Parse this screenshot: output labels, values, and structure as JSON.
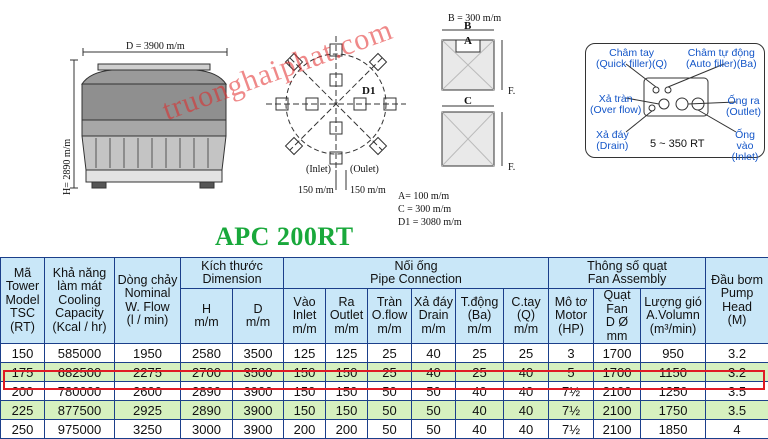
{
  "drawing": {
    "dim_d": "D = 3900 m/m",
    "dim_h": "H= 2890 m/m",
    "dim_b": "B = 300 m/m",
    "label_b": "B",
    "label_a": "A",
    "label_c": "C",
    "label_f1": "F.",
    "label_f2": "F.",
    "label_d1": "D1",
    "inlet": "(Inlet)",
    "inlet_size": "150 m/m",
    "outlet": "(Oulet)",
    "outlet_size": "150 m/m",
    "spec_a": "A= 100 m/m",
    "spec_c": "C = 300 m/m",
    "spec_d1": "D1 = 3080 m/m",
    "watermark": "truonghaiphat.com"
  },
  "legend": {
    "quick_filler": "Châm tay\n(Quick filler)(Q)",
    "auto_filler": "Châm tự động\n(Auto filler)(Ba)",
    "overflow": "Xả tràn\n(Over flow)",
    "outlet": "Ống ra\n(Outlet)",
    "drain": "Xả đáy\n(Drain)",
    "inlet": "Ống vào\n(Inlet)",
    "range": "5 ~ 350 RT"
  },
  "model_title": "APC 200RT",
  "table": {
    "headers": {
      "model": "Mã\nTower\nModel\nTSC\n(RT)",
      "capacity": "Khả năng\nlàm mát\nCooling\nCapacity\n(Kcal / hr)",
      "flow": "Dòng chảy\nNominal\nW. Flow\n(l / min)",
      "dimension": "Kích thước\nDimension",
      "pipe": "Nối ống\nPipe Connection",
      "fan": "Thông số quạt\nFan Assembly",
      "pump": "Đầu bơm\nPump\nHead\n(M)",
      "h": "H\nm/m",
      "d": "D\nm/m",
      "inlet": "Vào\nInlet\nm/m",
      "outlet": "Ra\nOutlet\nm/m",
      "oflow": "Tràn\nO.flow\nm/m",
      "drain": "Xả đáy\nDrain\nm/m",
      "ba": "T.động\n(Ba)\nm/m",
      "q": "C.tay\n(Q)\nm/m",
      "motor": "Mô tơ\nMotor\n(HP)",
      "fan_d": "Quạt\nFan\nD Ø mm",
      "volume": "Lượng gió\nA.Volumn\n(m³/min)"
    },
    "rows": [
      [
        "150",
        "585000",
        "1950",
        "2580",
        "3500",
        "125",
        "125",
        "25",
        "40",
        "25",
        "25",
        "3",
        "1700",
        "950",
        "3.2"
      ],
      [
        "175",
        "682500",
        "2275",
        "2700",
        "3500",
        "150",
        "150",
        "25",
        "40",
        "25",
        "40",
        "5",
        "1700",
        "1150",
        "3.2"
      ],
      [
        "200",
        "780000",
        "2600",
        "2890",
        "3900",
        "150",
        "150",
        "50",
        "50",
        "40",
        "40",
        "7½",
        "2100",
        "1250",
        "3.5"
      ],
      [
        "225",
        "877500",
        "2925",
        "2890",
        "3900",
        "150",
        "150",
        "50",
        "50",
        "40",
        "40",
        "7½",
        "2100",
        "1750",
        "3.5"
      ],
      [
        "250",
        "975000",
        "3250",
        "3000",
        "3900",
        "200",
        "200",
        "50",
        "50",
        "40",
        "40",
        "7½",
        "2100",
        "1850",
        "4"
      ]
    ],
    "highlight_row": 2
  },
  "colors": {
    "title_green": "#19a83b",
    "header_blue": "#c9e7f8",
    "row_green": "#d6f0bf",
    "highlight_red": "#e01b24",
    "legend_blue": "#1456c8"
  }
}
